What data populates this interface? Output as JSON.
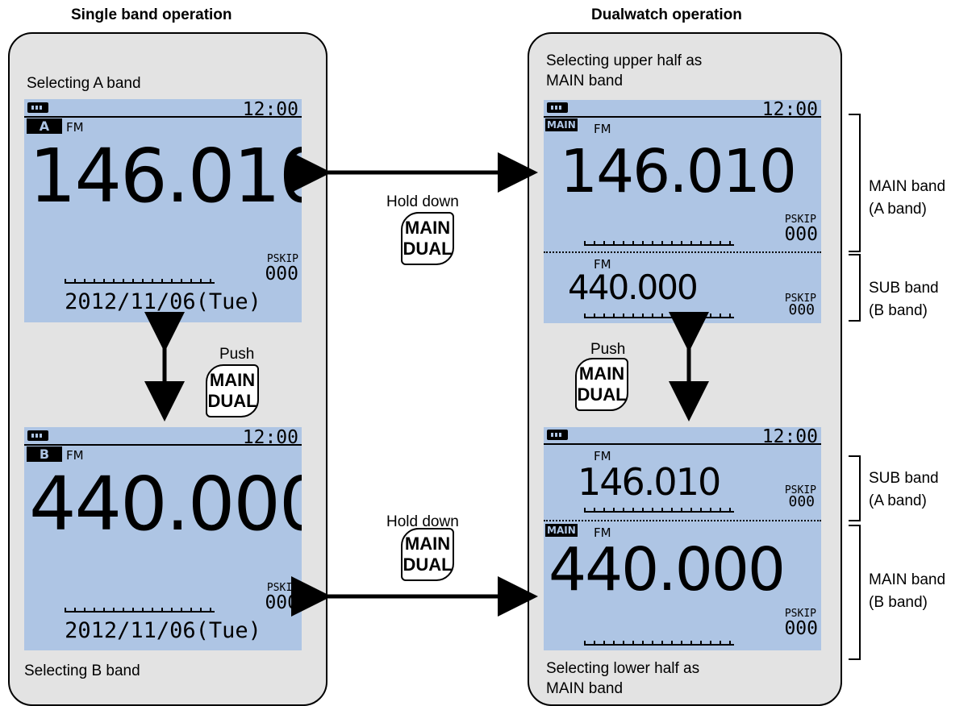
{
  "headings": {
    "left": "Single band operation",
    "right": "Dualwatch operation"
  },
  "captions": {
    "select_a": "Selecting A band",
    "select_b": "Selecting B band",
    "upper_main": "Selecting upper half as\nMAIN band",
    "lower_main": "Selecting lower half as\nMAIN band"
  },
  "screens": {
    "time": "12:00",
    "mode": "FM",
    "pskip_label": "PSKIP",
    "pskip_value": "000",
    "date": "2012/11/06(Tue)",
    "tag_a": "A",
    "tag_b": "B",
    "tag_main": "MAIN",
    "freq_a": "146.010",
    "freq_b": "440.000"
  },
  "actions": {
    "hold": "Hold down",
    "push": "Push"
  },
  "key": {
    "line1": "MAIN",
    "line2": "DUAL"
  },
  "bands": {
    "main_a_1": "MAIN band",
    "main_a_2": "(A band)",
    "sub_b_1": "SUB band",
    "sub_b_2": "(B band)",
    "sub_a_1": "SUB band",
    "sub_a_2": "(A band)",
    "main_b_1": "MAIN band",
    "main_b_2": "(B band)"
  }
}
